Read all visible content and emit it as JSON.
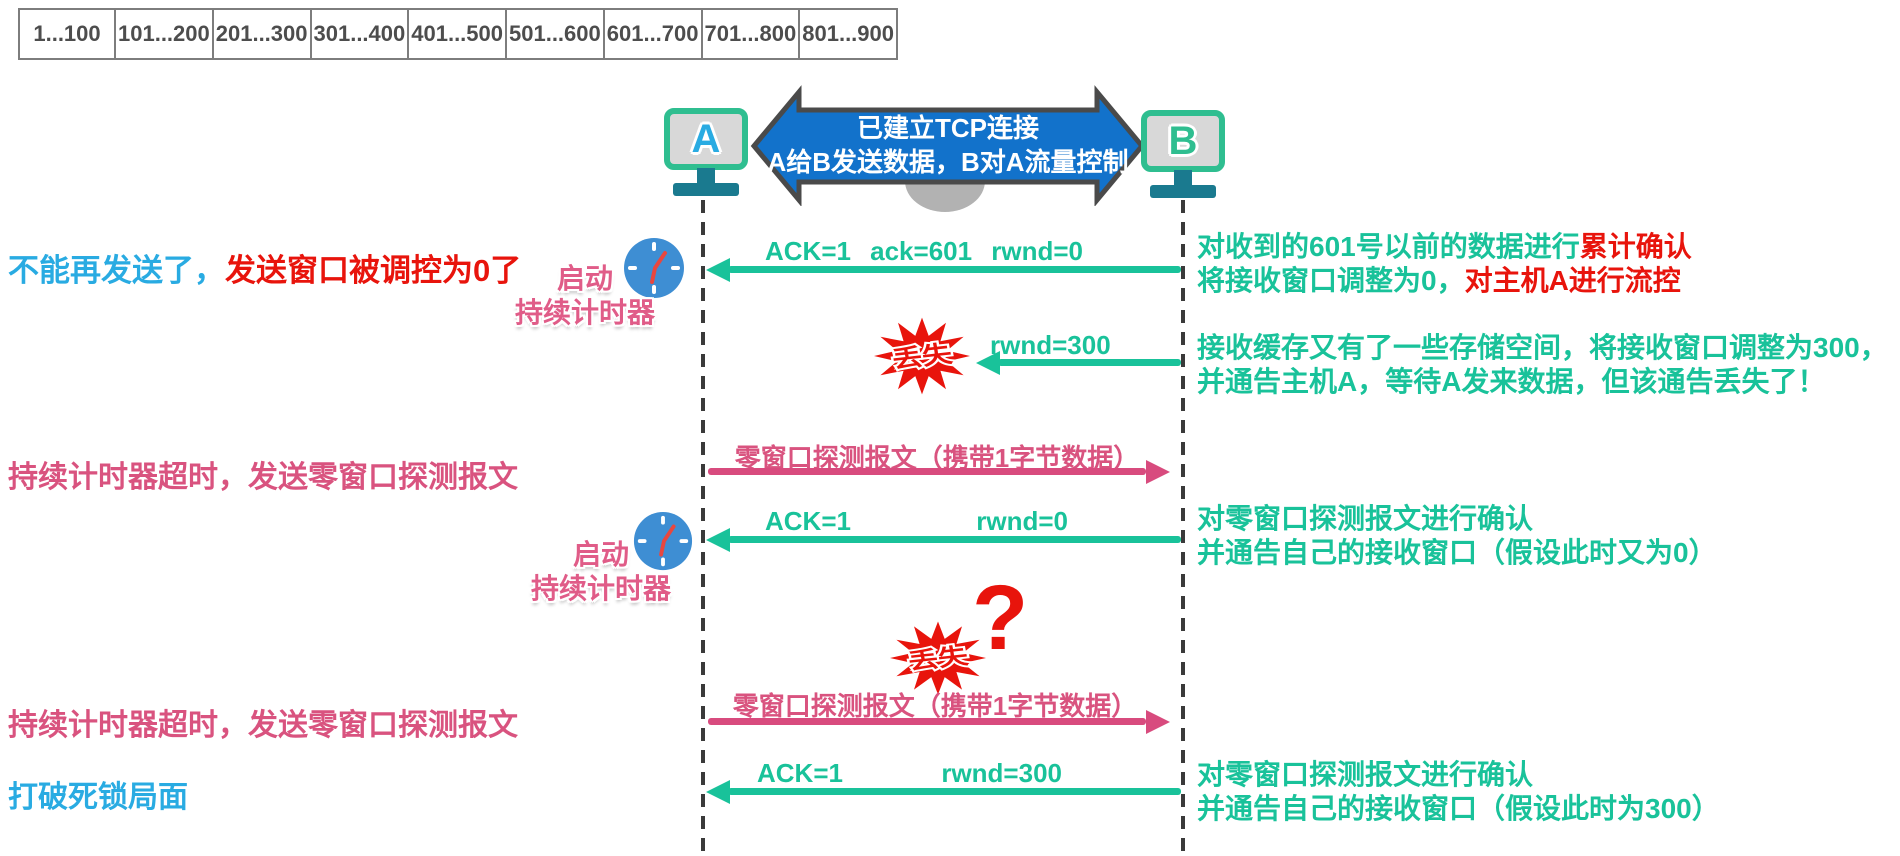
{
  "sequence_boxes": [
    "1...100",
    "101...200",
    "201...300",
    "301...400",
    "401...500",
    "501...600",
    "601...700",
    "701...800",
    "801...900"
  ],
  "hosts": {
    "a_label": "A",
    "b_label": "B"
  },
  "banner": {
    "line1": "已建立TCP连接",
    "line2": "A给B发送数据，B对A流量控制"
  },
  "timers": {
    "line1": "启动",
    "line2": "持续计时器"
  },
  "left_notes": {
    "no_send_blue": "不能再发送了，",
    "no_send_red": "发送窗口被调控为0了",
    "probe1": "持续计时器超时，发送零窗口探测报文",
    "probe2": "持续计时器超时，发送零窗口探测报文",
    "deadlock": "打破死锁局面"
  },
  "messages": {
    "m1": {
      "p1": "ACK=1",
      "p2": "ack=601",
      "p3": "rwnd=0"
    },
    "m2": {
      "p1": "rwnd=300",
      "lost": "丢失"
    },
    "m3": {
      "label": "零窗口探测报文（携带1字节数据）"
    },
    "m4": {
      "p1": "ACK=1",
      "p2": "rwnd=0"
    },
    "m5": {
      "label": "零窗口探测报文（携带1字节数据）",
      "lost": "丢失",
      "question": "?"
    },
    "m6": {
      "p1": "ACK=1",
      "p2": "rwnd=300"
    }
  },
  "right_notes": {
    "n1": {
      "l1_green": "对收到的601号以前的数据进行",
      "l1_red": "累计确认",
      "l2_green": "将接收窗口调整为0，",
      "l2_red": "对主机A进行流控"
    },
    "n2": {
      "l1": "接收缓存又有了一些存储空间，将接收窗口调整为300，",
      "l2": "并通告主机A，等待A发来数据，但该通告丢失了！"
    },
    "n3": {
      "l1": "对零窗口探测报文进行确认",
      "l2": "并通告自己的接收窗口（假设此时又为0）"
    },
    "n4": {
      "l1": "对零窗口探测报文进行确认",
      "l2": "并通告自己的接收窗口（假设此时为300）"
    }
  },
  "colors": {
    "green": "#19c29a",
    "pink_text": "#d9537f",
    "pink_arrow": "#d84b7e",
    "red": "#e8140c",
    "blue": "#29abe2",
    "banner_blue": "#1272cb",
    "banner_border": "#4a4a4a",
    "monitor_green": "#2fbe90",
    "stand_teal": "#1a7a8f",
    "clock_blue": "#3e8ed3",
    "table_text": "#4d4d4d"
  }
}
